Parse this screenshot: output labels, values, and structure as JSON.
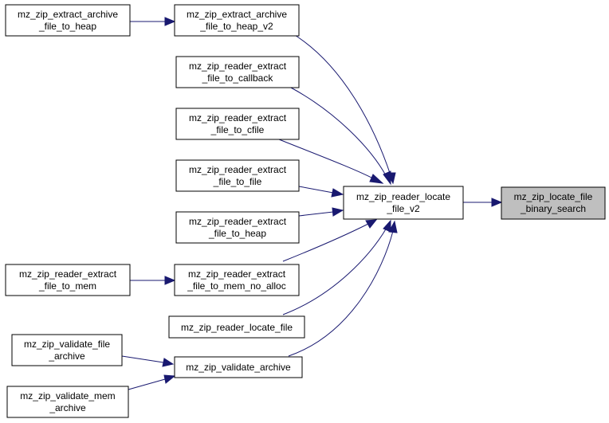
{
  "colors": {
    "edge": "#191970",
    "node_border": "#000000",
    "highlight_fill": "#bfbfbf",
    "background": "#ffffff"
  },
  "nodes": {
    "heap": {
      "line1": "mz_zip_extract_archive",
      "line2": "_file_to_heap"
    },
    "heap_v2": {
      "line1": "mz_zip_extract_archive",
      "line2": "_file_to_heap_v2"
    },
    "callback": {
      "line1": "mz_zip_reader_extract",
      "line2": "_file_to_callback"
    },
    "cfile": {
      "line1": "mz_zip_reader_extract",
      "line2": "_file_to_cfile"
    },
    "file": {
      "line1": "mz_zip_reader_extract",
      "line2": "_file_to_file"
    },
    "rheap": {
      "line1": "mz_zip_reader_extract",
      "line2": "_file_to_heap"
    },
    "mem": {
      "line1": "mz_zip_reader_extract",
      "line2": "_file_to_mem"
    },
    "mem_noalloc": {
      "line1": "mz_zip_reader_extract",
      "line2": "_file_to_mem_no_alloc"
    },
    "locate_file": {
      "line1": "mz_zip_reader_locate_file"
    },
    "val_file": {
      "line1": "mz_zip_validate_file",
      "line2": "_archive"
    },
    "val_archive": {
      "line1": "mz_zip_validate_archive"
    },
    "val_mem": {
      "line1": "mz_zip_validate_mem",
      "line2": "_archive"
    },
    "locate_v2": {
      "line1": "mz_zip_reader_locate",
      "line2": "_file_v2"
    },
    "binary": {
      "line1": "mz_zip_locate_file",
      "line2": "_binary_search"
    }
  }
}
